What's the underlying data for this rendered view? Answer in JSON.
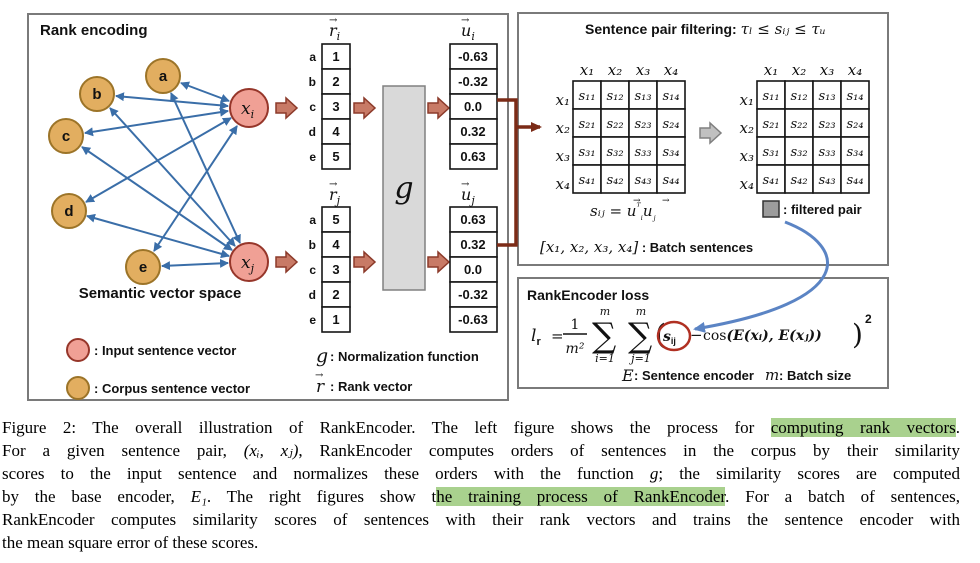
{
  "colors": {
    "corpus_node": "#e2ae60",
    "corpus_node_border": "#9c7428",
    "input_node": "#f0a095",
    "input_node_border": "#96362a",
    "edge_blue": "#3a6ea8",
    "block_arrow": "#c87a66",
    "block_arrow_border": "#8c3a2a",
    "gray_arrow": "#c0c0c0",
    "gray_arrow_border": "#808080",
    "g_box": "#d9d9d9",
    "filtered_gray": "#9c9c9c",
    "connector_red": "#7b2b17",
    "curve_blue": "#5b84c4",
    "sij_circle_red": "#b03022",
    "highlight_green": "#a9d18e"
  },
  "symbols": {
    "vec_arrow": "→"
  },
  "left_panel": {
    "title": "Rank encoding",
    "space_label": "Semantic vector space",
    "nodes": {
      "a": "a",
      "b": "b",
      "c": "c",
      "d": "d",
      "e": "e"
    },
    "xi_base": "x",
    "xi_sub": "i",
    "xj_base": "x",
    "xj_sub": "j",
    "g_label": "g",
    "legend_input": ": Input sentence vector",
    "legend_corpus": ": Corpus sentence vector",
    "legend_g_sym": "g",
    "legend_g_text": ": Normalization function",
    "legend_r_sym": "r",
    "legend_r_text": ": Rank vector",
    "columns": {
      "row_labels": [
        "a",
        "b",
        "c",
        "d",
        "e"
      ],
      "ri_head_base": "r",
      "ri_head_sub": "i",
      "rj_head_base": "r",
      "rj_head_sub": "j",
      "ui_head_base": "u",
      "ui_head_sub": "i",
      "uj_head_base": "u",
      "uj_head_sub": "j",
      "ri_values": [
        "1",
        "2",
        "3",
        "4",
        "5"
      ],
      "rj_values": [
        "5",
        "4",
        "3",
        "2",
        "1"
      ],
      "ui_values": [
        "-0.63",
        "-0.32",
        "0.0",
        "0.32",
        "0.63"
      ],
      "uj_values": [
        "0.63",
        "0.32",
        "0.0",
        "-0.32",
        "-0.63"
      ]
    }
  },
  "filter_panel": {
    "title_text": "Sentence pair filtering: ",
    "title_math": "τₗ ≤ sᵢⱼ ≤ τᵤ",
    "headers": [
      "x₁",
      "x₂",
      "x₃",
      "x₄"
    ],
    "cells": [
      "s₁₁",
      "s₁₂",
      "s₁₃",
      "s₁₄",
      "s₂₁",
      "s₂₂",
      "s₂₃",
      "s₂₄",
      "s₃₁",
      "s₃₂",
      "s₃₃",
      "s₃₄",
      "s₄₁",
      "s₄₂",
      "s₄₃",
      "s₄₄"
    ],
    "sij_lhs": "sᵢⱼ",
    "sij_eq": " = ",
    "sij_u1": "u",
    "sij_u1_sup": "ᵀ",
    "sij_u1_sub": "ᵢ",
    "sij_u2": "u",
    "sij_u2_sub": "ⱼ",
    "filtered_label": ": filtered pair",
    "batch_math": "[x₁, x₂, x₃, x₄]",
    "batch_text": " : Batch sentences"
  },
  "loss_panel": {
    "title": "RankEncoder loss",
    "l_base": "l",
    "l_sub": "r",
    "eq": "=",
    "frac_num": "1",
    "frac_den": "m²",
    "sigma": "∑",
    "sigma_top": "m",
    "sigma1_bot": "i=1",
    "sigma2_bot": "j=1",
    "paren_open": "(",
    "sij_base": "s",
    "sij_sub": "ij",
    "minus": "−",
    "cos": "cos",
    "cos_args": "(E(xᵢ), E(xⱼ))",
    "paren_close": ")",
    "sup2": "2",
    "enc_sym": "E",
    "enc_text": " : Sentence encoder",
    "bs_sym": "m",
    "bs_text": " : Batch size"
  },
  "caption": {
    "l1a": "Figure 2: The overall illustration of RankEncoder. The left figure shows the process for ",
    "l1hl": "computing rank vectors",
    "l1b": ".",
    "l2a": "For a given sentence pair, ",
    "l2m": "(xᵢ, xⱼ)",
    "l2b": ", RankEncoder computes orders of sentences in the corpus by their similarity",
    "l3a": "scores to the input sentence and normalizes these orders with the function ",
    "l3g": "g",
    "l3b": "; the similarity scores are computed",
    "l4a": "by the base encoder, ",
    "l4e": "E₁",
    "l4b": ". The right figures show t",
    "l4hl": "he training process of RankEncoder",
    "l4c": ". For a batch of sentences,",
    "l5": "RankEncoder computes similarity scores of sentences with their rank vectors and trains the sentence encoder with",
    "l6": "the mean square error of these scores."
  }
}
